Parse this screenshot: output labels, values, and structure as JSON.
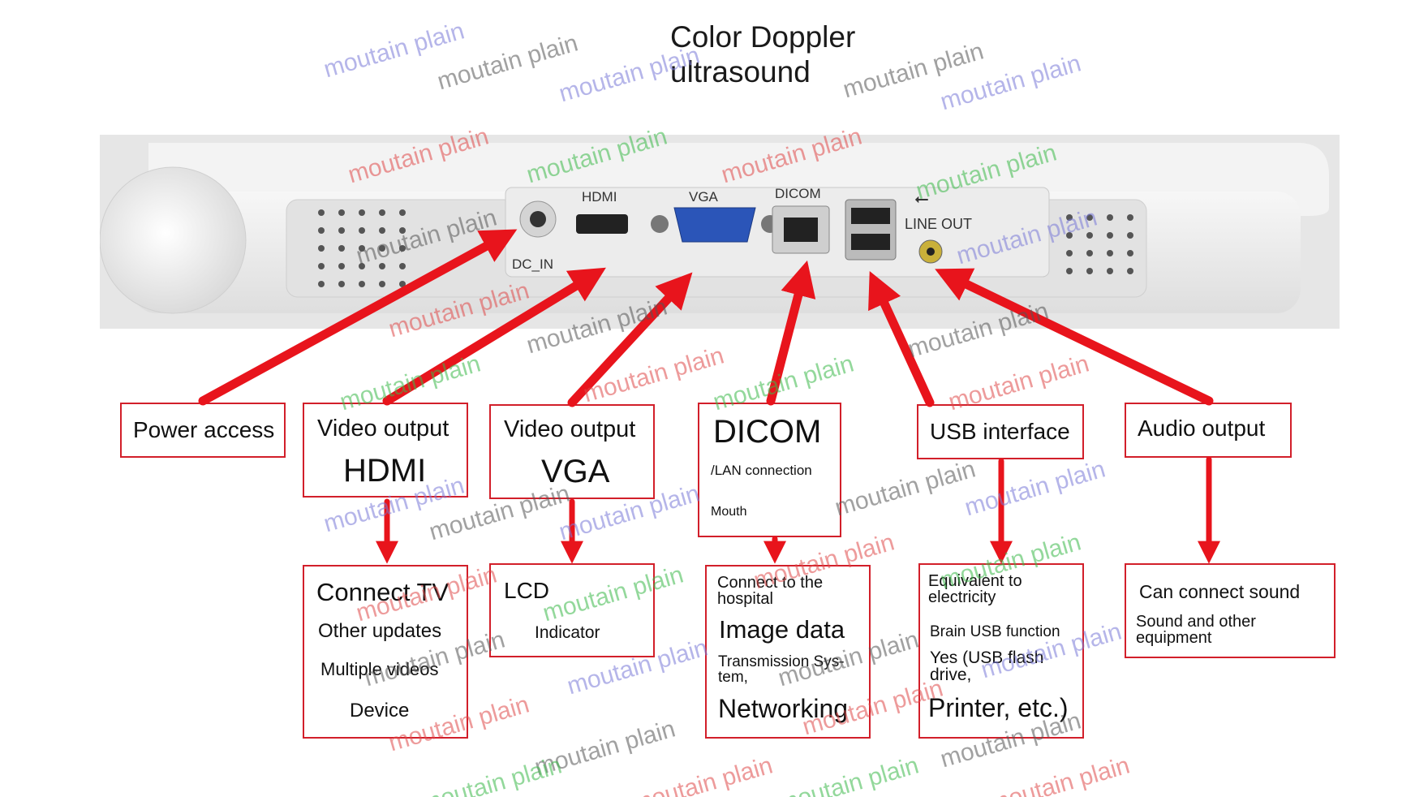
{
  "title": {
    "line1": "Color Doppler",
    "line2": "ultrasound"
  },
  "ports": {
    "hdmi": "HDMI",
    "vga": "VGA",
    "dicom": "DICOM",
    "line_out": "LINE OUT",
    "dc_in": "DC_IN"
  },
  "boxes": {
    "power": {
      "label": "Power access"
    },
    "hdmi": {
      "line1": "Video output",
      "line2": "HDMI"
    },
    "vga": {
      "line1": "Video output",
      "line2": "VGA"
    },
    "dicom": {
      "line1": "DICOM",
      "line2": "/LAN connection",
      "line3": "Mouth"
    },
    "usb": {
      "label": "USB interface"
    },
    "audio": {
      "label": "Audio output"
    },
    "tv": {
      "line1": "Connect TV",
      "line2": "Other updates",
      "line3": "Multiple videos",
      "line4": "Device"
    },
    "lcd": {
      "line1": "LCD",
      "line2": "Indicator"
    },
    "hospital": {
      "line1": "Connect to the hospital",
      "line2": "Image data",
      "line3": "Transmission Sys- tem,",
      "line4": "Networking"
    },
    "electricity": {
      "line1": "Equivalent to electricity",
      "line2": "Brain USB function",
      "line3": "Yes (USB flash drive,",
      "line4": "Printer, etc.)"
    },
    "sound": {
      "line1": "Can connect sound",
      "line2": "Sound and other equipment"
    }
  },
  "watermark": "moutain plain",
  "colors": {
    "arrow": "#e8141c",
    "box_border": "#d21f2a",
    "wm_blue": "#7a7ad8",
    "wm_gray": "#555555",
    "wm_red": "#e04a4a",
    "wm_green": "#3cb94a"
  }
}
